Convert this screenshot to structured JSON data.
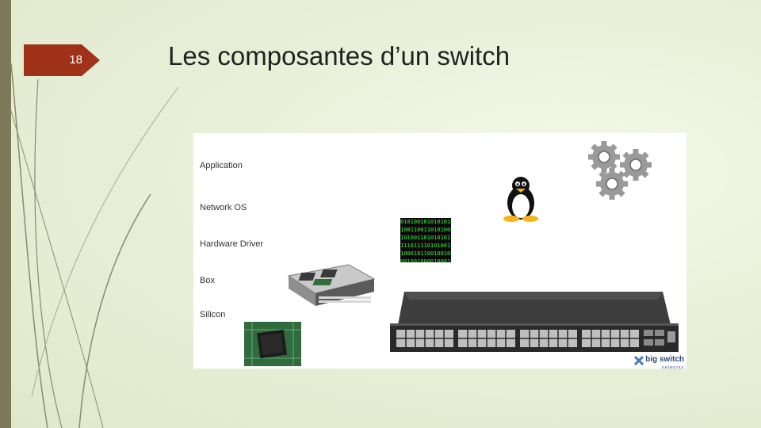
{
  "slide": {
    "number": "18",
    "title": "Les composantes d’un switch"
  },
  "diagram": {
    "layers": [
      "Application",
      "Network OS",
      "Hardware Driver",
      "Box",
      "Silicon"
    ],
    "binary_lines": [
      "0101001010101010",
      "1001100110101000",
      "1010011010101011",
      "1110111101010011",
      "1000101100100100",
      "0010010000100010"
    ],
    "logo": {
      "name": "big switch",
      "subtitle": "networks"
    }
  },
  "colors": {
    "slide_number_tab": "#a0321a",
    "left_bar": "#7d7a5c",
    "background": "#e9f0d9",
    "logo": "#2b4a7c"
  }
}
